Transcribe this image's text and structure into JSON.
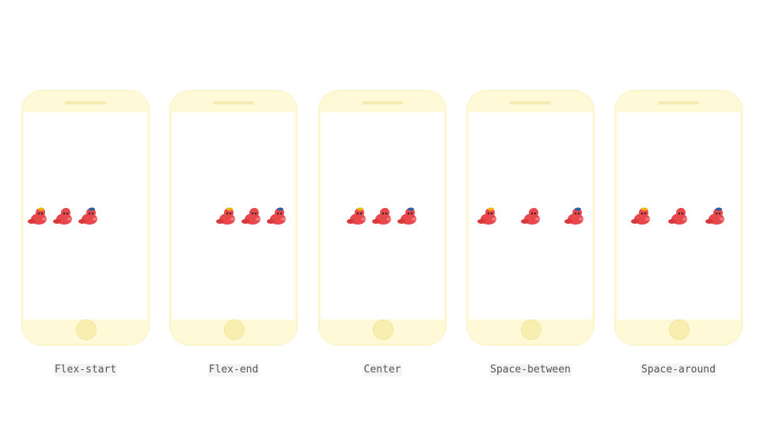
{
  "panels": [
    {
      "label": "Flex-start",
      "justify": "flex-start",
      "creature_count": 3
    },
    {
      "label": "Flex-end",
      "justify": "flex-end",
      "creature_count": 3
    },
    {
      "label": "Center",
      "justify": "center",
      "creature_count": 3
    },
    {
      "label": "Space-between",
      "justify": "space-between",
      "creature_count": 3
    },
    {
      "label": "Space-around",
      "justify": "space-around",
      "creature_count": 3
    }
  ],
  "colors": {
    "phone_body": "#fff9d8",
    "phone_border": "#fbf1bd",
    "screen": "#ffffff",
    "creature_red": "#e8484c",
    "hat_yellow": "#f2b100",
    "hat_blue": "#2b5fa8",
    "caption_bg": "#f4f4f4",
    "caption_text": "#555555"
  },
  "icons": {
    "creature": "red-creature-icon"
  }
}
